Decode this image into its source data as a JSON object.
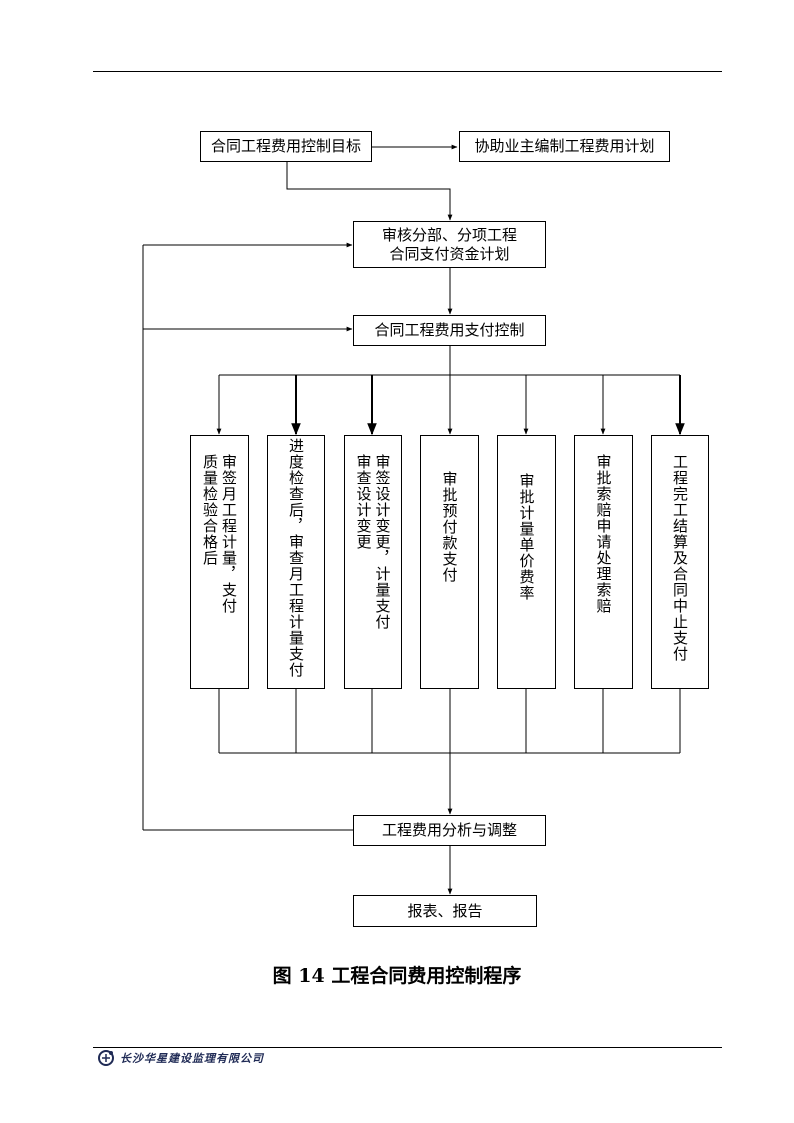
{
  "nodes": {
    "target": "合同工程费用控制目标",
    "assist": "协助业主编制工程费用计划",
    "review_line1": "审核分部、分项工程",
    "review_line2": "合同支付资金计划",
    "payment_control": "合同工程费用支付控制",
    "analysis": "工程费用分析与调整",
    "report": "报表、报告"
  },
  "branches": [
    {
      "columns": [
        "审签月工程计量，支付",
        "质量检验合格后"
      ]
    },
    {
      "columns": [
        "进度检查后，审查月工程计量支付"
      ]
    },
    {
      "columns": [
        "审签设计变更，计量支付",
        "审查设计变更"
      ]
    },
    {
      "columns": [
        "审批预付款支付"
      ]
    },
    {
      "columns": [
        "审批计量单价费率"
      ]
    },
    {
      "columns": [
        "审批索赔申请处理索赔"
      ]
    },
    {
      "columns": [
        "工程完工结算及合同中止支付"
      ]
    }
  ],
  "caption": "图 14 工程合同费用控制程序",
  "footer": {
    "company": "长沙华星建设监理有限公司"
  }
}
